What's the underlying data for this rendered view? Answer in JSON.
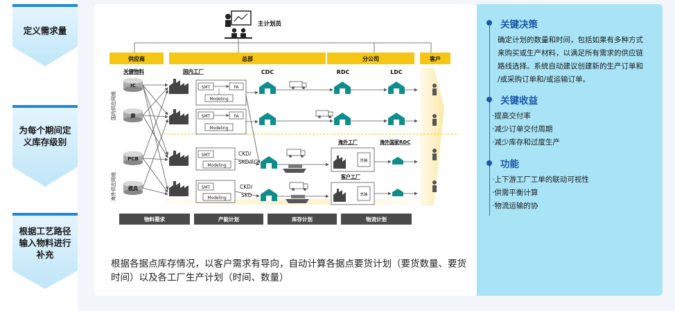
{
  "left_steps": [
    {
      "label_lines": [
        "定义需求量"
      ]
    },
    {
      "label_lines": [
        "为每个期间定",
        "义库存级别"
      ]
    },
    {
      "label_lines": [
        "根据工艺路径",
        "输入物料进行",
        "补充"
      ]
    }
  ],
  "diagram": {
    "top_person_label": "主计划员",
    "headers": [
      "供应商",
      "总部",
      "分公司",
      "客户"
    ],
    "col_labels": [
      "关键物料",
      "国内工厂",
      "CDC",
      "RDC",
      "LDC"
    ],
    "materials": [
      "IC",
      "屏",
      "PCB",
      "模具"
    ],
    "side_labels": [
      "国内供应网络",
      "海外供应网络"
    ],
    "smt": "SMT",
    "fa": "FA",
    "modeling": "Modeling",
    "ckd_fg": [
      "CKD/",
      "SKD/FG"
    ],
    "ckd_skd": [
      "CKD/",
      "SKD"
    ],
    "overseas_factory": "海外工厂",
    "overseas_rdc": "海外国家RDC",
    "customer_factory": "客户工厂",
    "assembly": "总装",
    "bottom_bars": [
      "物料需求",
      "产能计划",
      "库存计划",
      "物流计划"
    ]
  },
  "caption": "根据各据点库存情况，以客户需求有导向，自动计算各据点要货计划（要货数量、要货时间）以及各工厂生产计划（时间、数量）",
  "right": {
    "sections": [
      {
        "title": "关键决策",
        "lines": [
          "确定计划的数量和时间，包括如果有多种方式",
          "来购买或生产材料，以满足所有需求的供应链",
          "路线选择。系统自动建议创建新的生产订单和",
          "/或采购订单和/或运输订单。"
        ]
      },
      {
        "title": "关键收益",
        "lines": [
          "·提高交付率",
          "·减少订单交付周期",
          "·减少库存和过度生产"
        ]
      },
      {
        "title": "功能",
        "lines": [
          "·上下游工厂工单的联动可视性",
          "·供需平衡计算",
          "·物流运输的协"
        ]
      }
    ]
  },
  "colors": {
    "accent": "#1c88d8",
    "header_yellow": "#f6c615",
    "teal": "#0f8d8d",
    "dark_bar": "#4a4a4a",
    "panel": "#a8e4f6"
  }
}
